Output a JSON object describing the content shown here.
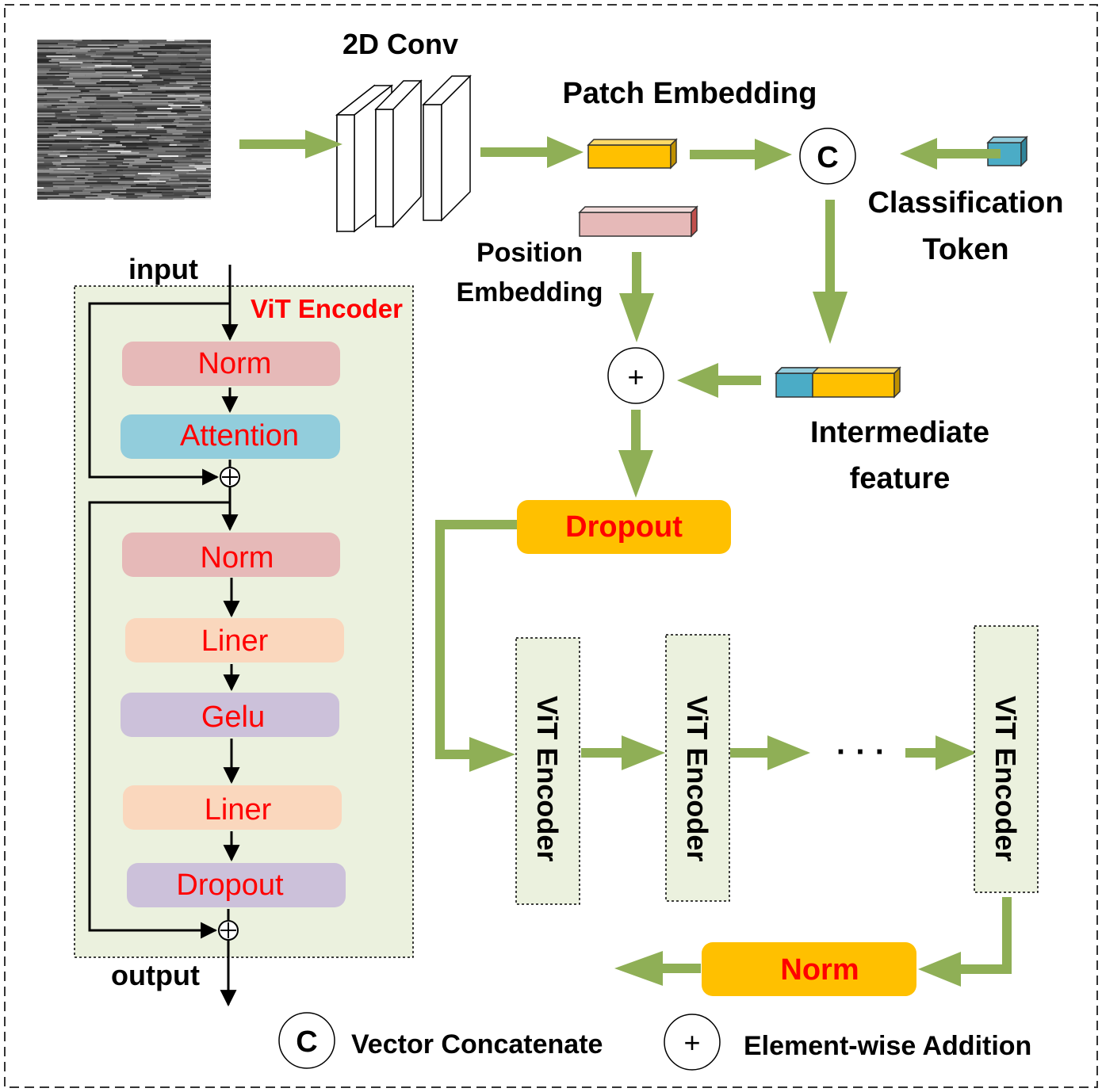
{
  "labels": {
    "conv": "2D Conv",
    "patch_embedding": "Patch Embedding",
    "concat_symbol": "C",
    "classification_token_line1": "Classification",
    "classification_token_line2": "Token",
    "position_embedding_line1": "Position",
    "position_embedding_line2": "Embedding",
    "plus_symbol": "+",
    "intermediate_line1": "Intermediate",
    "intermediate_line2": "feature",
    "dropout_main": "Dropout",
    "norm_main": "Norm",
    "ellipsis": "· · ·"
  },
  "encoder_detail": {
    "title": "ViT Encoder",
    "input_label": "input",
    "output_label": "output",
    "blocks": [
      "Norm",
      "Attention",
      "Norm",
      "Liner",
      "Gelu",
      "Liner",
      "Dropout"
    ]
  },
  "encoder_chain": [
    "ViT Encoder",
    "ViT Encoder",
    "ViT Encoder"
  ],
  "legend": {
    "concat_symbol": "C",
    "concat_label": "Vector Concatenate",
    "add_symbol": "+",
    "add_label": "Element-wise Addition"
  },
  "colors": {
    "arrow_green": "#8faf56",
    "encoder_bg": "#ebf1de",
    "norm_block": "#e6b9b8",
    "attention_block": "#92cddc",
    "liner_block": "#fad7bd",
    "gelu_block": "#ccc1da",
    "dropout_block": "#ccc1da",
    "token_orange": "#ffc000",
    "token_blue": "#4bacc6",
    "position_pink": "#e6b9b8",
    "red_text": "#ff0000"
  }
}
